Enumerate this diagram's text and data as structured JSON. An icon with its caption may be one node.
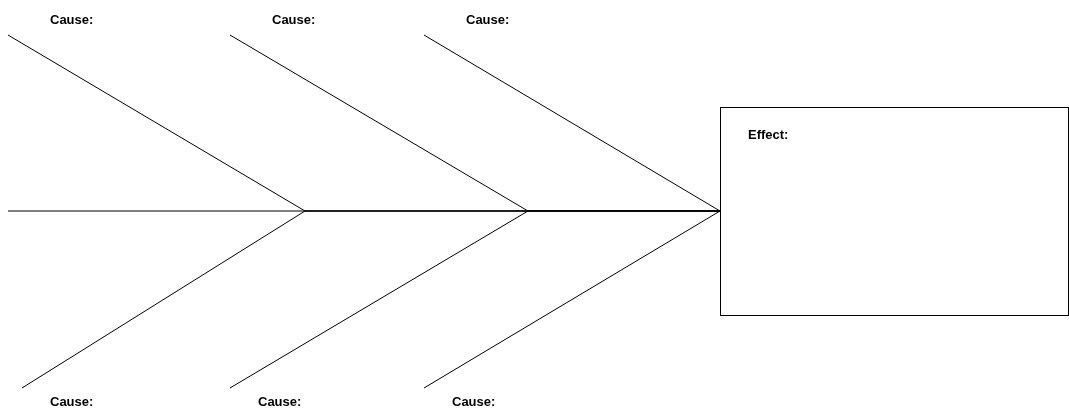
{
  "diagram": {
    "nodes": [
      {
        "text": [
          "Cause:"
        ]
      },
      {
        "text": [
          "Cause:"
        ]
      },
      {
        "text": [
          "Cause:"
        ]
      },
      {
        "text": [
          "Effect:"
        ]
      },
      {
        "text": [
          "Cause:"
        ]
      },
      {
        "text": [
          "Cause:"
        ]
      },
      {
        "text": [
          "Cause:"
        ]
      }
    ],
    "edges": [
      {
        "from": null,
        "to": 3,
        "arrow": "none"
      },
      {
        "from": 0,
        "to": 3,
        "arrow": "none"
      },
      {
        "from": 1,
        "to": 3,
        "arrow": "none"
      },
      {
        "from": 2,
        "to": 3,
        "arrow": "none"
      },
      {
        "from": 4,
        "to": 3,
        "arrow": "none"
      },
      {
        "from": 5,
        "to": 3,
        "arrow": "none"
      },
      {
        "from": 6,
        "to": 3,
        "arrow": "none"
      }
    ]
  }
}
